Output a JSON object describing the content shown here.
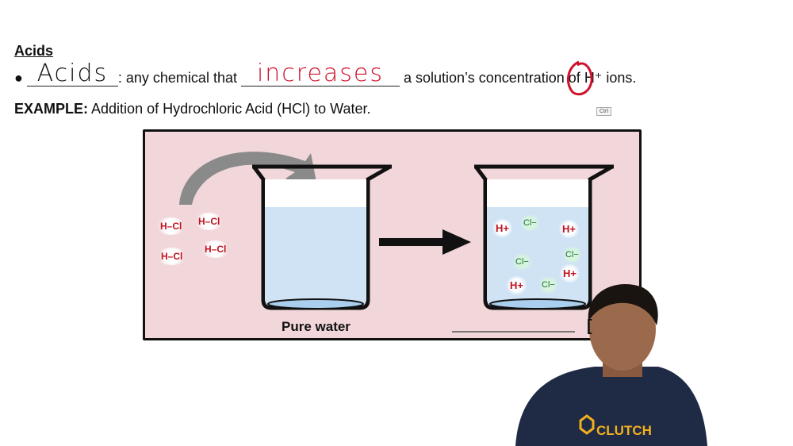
{
  "heading": "Acids",
  "definition": {
    "bullet": "●",
    "term_handwritten": "Acids",
    "text_before_blank": ": any chemical that",
    "verb_handwritten": "increases",
    "text_after": "a solution’s concentration of H⁺ ions."
  },
  "example": {
    "label": "EXAMPLE:",
    "text": "Addition of Hydrochloric Acid (HCl) to Water."
  },
  "ctrl_badge": "Ctrl",
  "diagram": {
    "molecules": [
      "H–Cl",
      "H–Cl",
      "H–Cl",
      "H–Cl"
    ],
    "beaker1_label": "Pure water",
    "ions_h": [
      "H+",
      "H+",
      "H+",
      "H+"
    ],
    "ions_cl": [
      "Cl−",
      "Cl−",
      "Cl−",
      "Cl−"
    ],
    "bracket": "[",
    "colors": {
      "panel": "#f2d7da",
      "water": "#cfe3f5",
      "h_ion": "#c0101e",
      "cl_ion": "#1c6e3a",
      "annotation": "#d0112b"
    }
  },
  "presenter": {
    "shirt_logo": "CLUTCH"
  }
}
